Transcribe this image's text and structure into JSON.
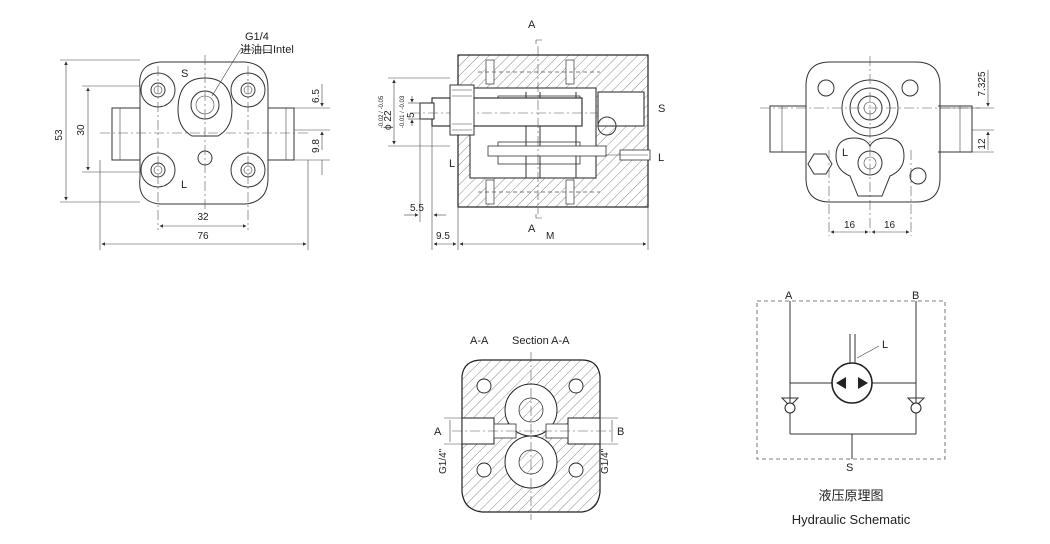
{
  "front_view": {
    "port_thread": "G1/4",
    "inlet_label": "进油口Intel",
    "port_s": "S",
    "port_l": "L",
    "dim_height": "53",
    "dim_inner_height": "30",
    "dim_right_top": "6.5",
    "dim_right_mid": "9.8",
    "dim_bolt_spacing": "32",
    "dim_width": "76"
  },
  "section_view": {
    "section_mark_top": "A",
    "section_mark_bottom": "A",
    "shaft_dia": "ϕ 22",
    "shaft_tol": "-0.02 / -0.05",
    "shaft_end_dia": "5",
    "shaft_end_tol": "-0.01 / -0.03",
    "port_s": "S",
    "port_l_left": "L",
    "port_l_right": "L",
    "dim_shaft_offset": "5.5",
    "dim_flange": "9.5",
    "dim_length": "M"
  },
  "side_view": {
    "port_l": "L",
    "dim_top": "7.325",
    "dim_right": "12",
    "dim_left_16": "16",
    "dim_right_16": "16"
  },
  "section_aa": {
    "label_aa": "A-A",
    "label_section": "Section A-A",
    "port_a": "A",
    "port_b": "B",
    "thread_left": "G1/4\"",
    "thread_right": "G1/4\""
  },
  "schematic": {
    "port_a": "A",
    "port_b": "B",
    "port_l": "L",
    "port_s": "S",
    "caption_cn": "液压原理图",
    "caption_en": "Hydraulic Schematic"
  }
}
